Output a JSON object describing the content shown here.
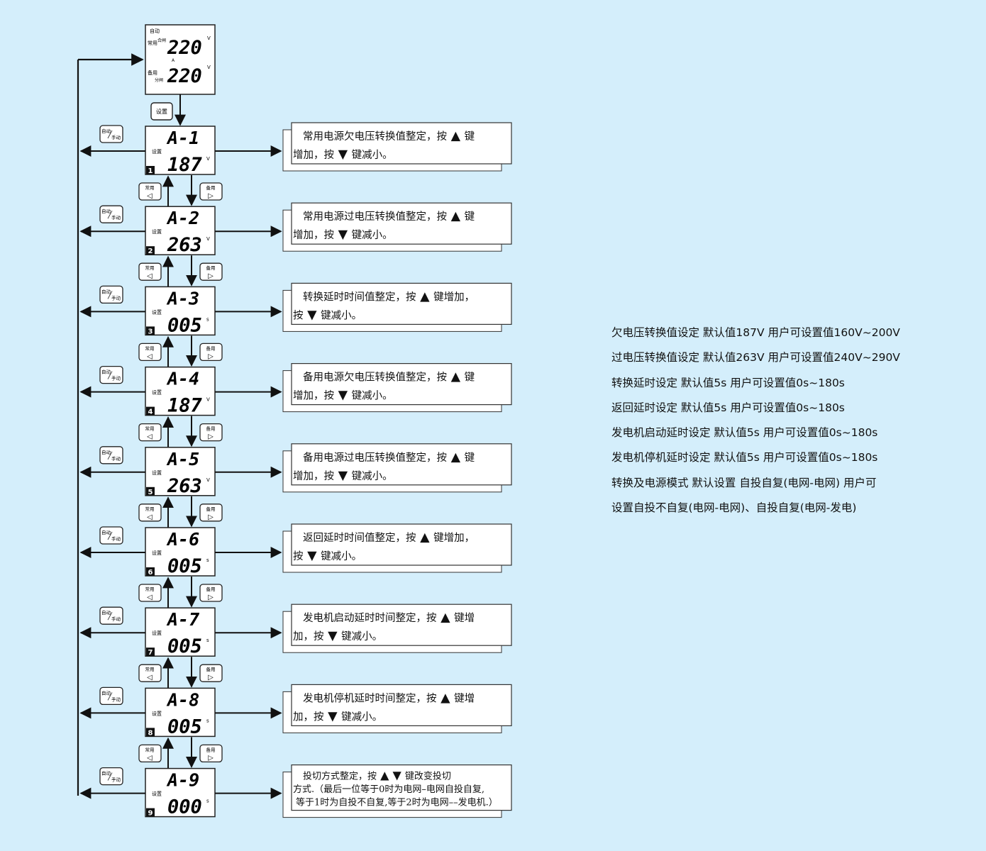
{
  "top_display": {
    "mode": "自动",
    "common_label": "常用",
    "backup_label": "备用",
    "close_label": "合闸",
    "open_label": "分闸",
    "unit": "V",
    "mid_mark": "A",
    "upper_value": "220",
    "lower_value": "220"
  },
  "set_key_label": "设置",
  "auto_key": {
    "top": "自动",
    "bottom": "手动"
  },
  "common_key_label": "常用",
  "backup_key_label": "备用",
  "left_key_glyph": "◁",
  "right_key_glyph": "▷",
  "screen_set_label": "设置",
  "up_glyph": "▲",
  "down_glyph": "▼",
  "steps": [
    {
      "index": "1",
      "code": "A-1",
      "value": "187",
      "unit": "V",
      "desc": [
        {
          "t": "常用电源欠电压转换值整定，按"
        },
        {
          "g": "up"
        },
        {
          "t": "键"
        },
        {
          "br": true
        },
        {
          "t": "增加，按"
        },
        {
          "g": "down"
        },
        {
          "t": "键减小。"
        }
      ]
    },
    {
      "index": "2",
      "code": "A-2",
      "value": "263",
      "unit": "V",
      "desc": [
        {
          "t": "常用电源过电压转换值整定，按"
        },
        {
          "g": "up"
        },
        {
          "t": "键"
        },
        {
          "br": true
        },
        {
          "t": "增加，按"
        },
        {
          "g": "down"
        },
        {
          "t": "键减小。"
        }
      ]
    },
    {
      "index": "3",
      "code": "A-3",
      "value": "005",
      "unit": "s",
      "desc": [
        {
          "t": "转换延时时间值整定，按"
        },
        {
          "g": "up"
        },
        {
          "t": "键增加，"
        },
        {
          "br": true
        },
        {
          "t": "按"
        },
        {
          "g": "down"
        },
        {
          "t": "键减小。"
        }
      ]
    },
    {
      "index": "4",
      "code": "A-4",
      "value": "187",
      "unit": "V",
      "desc": [
        {
          "t": "备用电源欠电压转换值整定，按"
        },
        {
          "g": "up"
        },
        {
          "t": "键"
        },
        {
          "br": true
        },
        {
          "t": "增加，按"
        },
        {
          "g": "down"
        },
        {
          "t": "键减小。"
        }
      ]
    },
    {
      "index": "5",
      "code": "A-5",
      "value": "263",
      "unit": "V",
      "desc": [
        {
          "t": "备用电源过电压转换值整定，按"
        },
        {
          "g": "up"
        },
        {
          "t": "键"
        },
        {
          "br": true
        },
        {
          "t": "增加，按"
        },
        {
          "g": "down"
        },
        {
          "t": "键减小。"
        }
      ]
    },
    {
      "index": "6",
      "code": "A-6",
      "value": "005",
      "unit": "s",
      "desc": [
        {
          "t": "返回延时时间值整定，按"
        },
        {
          "g": "up"
        },
        {
          "t": "键增加，"
        },
        {
          "br": true
        },
        {
          "t": "按"
        },
        {
          "g": "down"
        },
        {
          "t": "键减小。"
        }
      ]
    },
    {
      "index": "7",
      "code": "A-7",
      "value": "005",
      "unit": "s",
      "desc": [
        {
          "t": "发电机启动延时时间整定，按"
        },
        {
          "g": "up"
        },
        {
          "t": "键增"
        },
        {
          "br": true
        },
        {
          "t": "加，按"
        },
        {
          "g": "down"
        },
        {
          "t": "键减小。"
        }
      ]
    },
    {
      "index": "8",
      "code": "A-8",
      "value": "005",
      "unit": "s",
      "desc": [
        {
          "t": "发电机停机延时时间整定，按"
        },
        {
          "g": "up"
        },
        {
          "t": "键增"
        },
        {
          "br": true
        },
        {
          "t": "加，按"
        },
        {
          "g": "down"
        },
        {
          "t": "键减小。"
        }
      ]
    },
    {
      "index": "9",
      "code": "A-9",
      "value": "000",
      "unit": "s",
      "desc": [
        {
          "t": "投切方式整定，按"
        },
        {
          "g": "up"
        },
        {
          "g": "down"
        },
        {
          "t": "键改变投切"
        },
        {
          "br": true
        },
        {
          "t": "方式.（最后一位等于0时为电网–电网自投自复,"
        },
        {
          "br": true
        },
        {
          "t": "等于1时为自投不自复,等于2时为电网––发电机.）"
        }
      ]
    }
  ],
  "notes": [
    "欠电压转换值设定 默认值187V 用户可设置值160V~200V",
    "过电压转换值设定 默认值263V 用户可设置值240V~290V",
    "转换延时设定 默认值5s 用户可设置值0s~180s",
    "返回延时设定 默认值5s 用户可设置值0s~180s",
    "发电机启动延时设定 默认值5s 用户可设置值0s~180s",
    "发电机停机延时设定 默认值5s 用户可设置值0s~180s",
    "转换及电源模式 默认设置 自投自复(电网-电网) 用户可",
    "设置自投不自复(电网-电网)、自投自复(电网-发电)"
  ]
}
